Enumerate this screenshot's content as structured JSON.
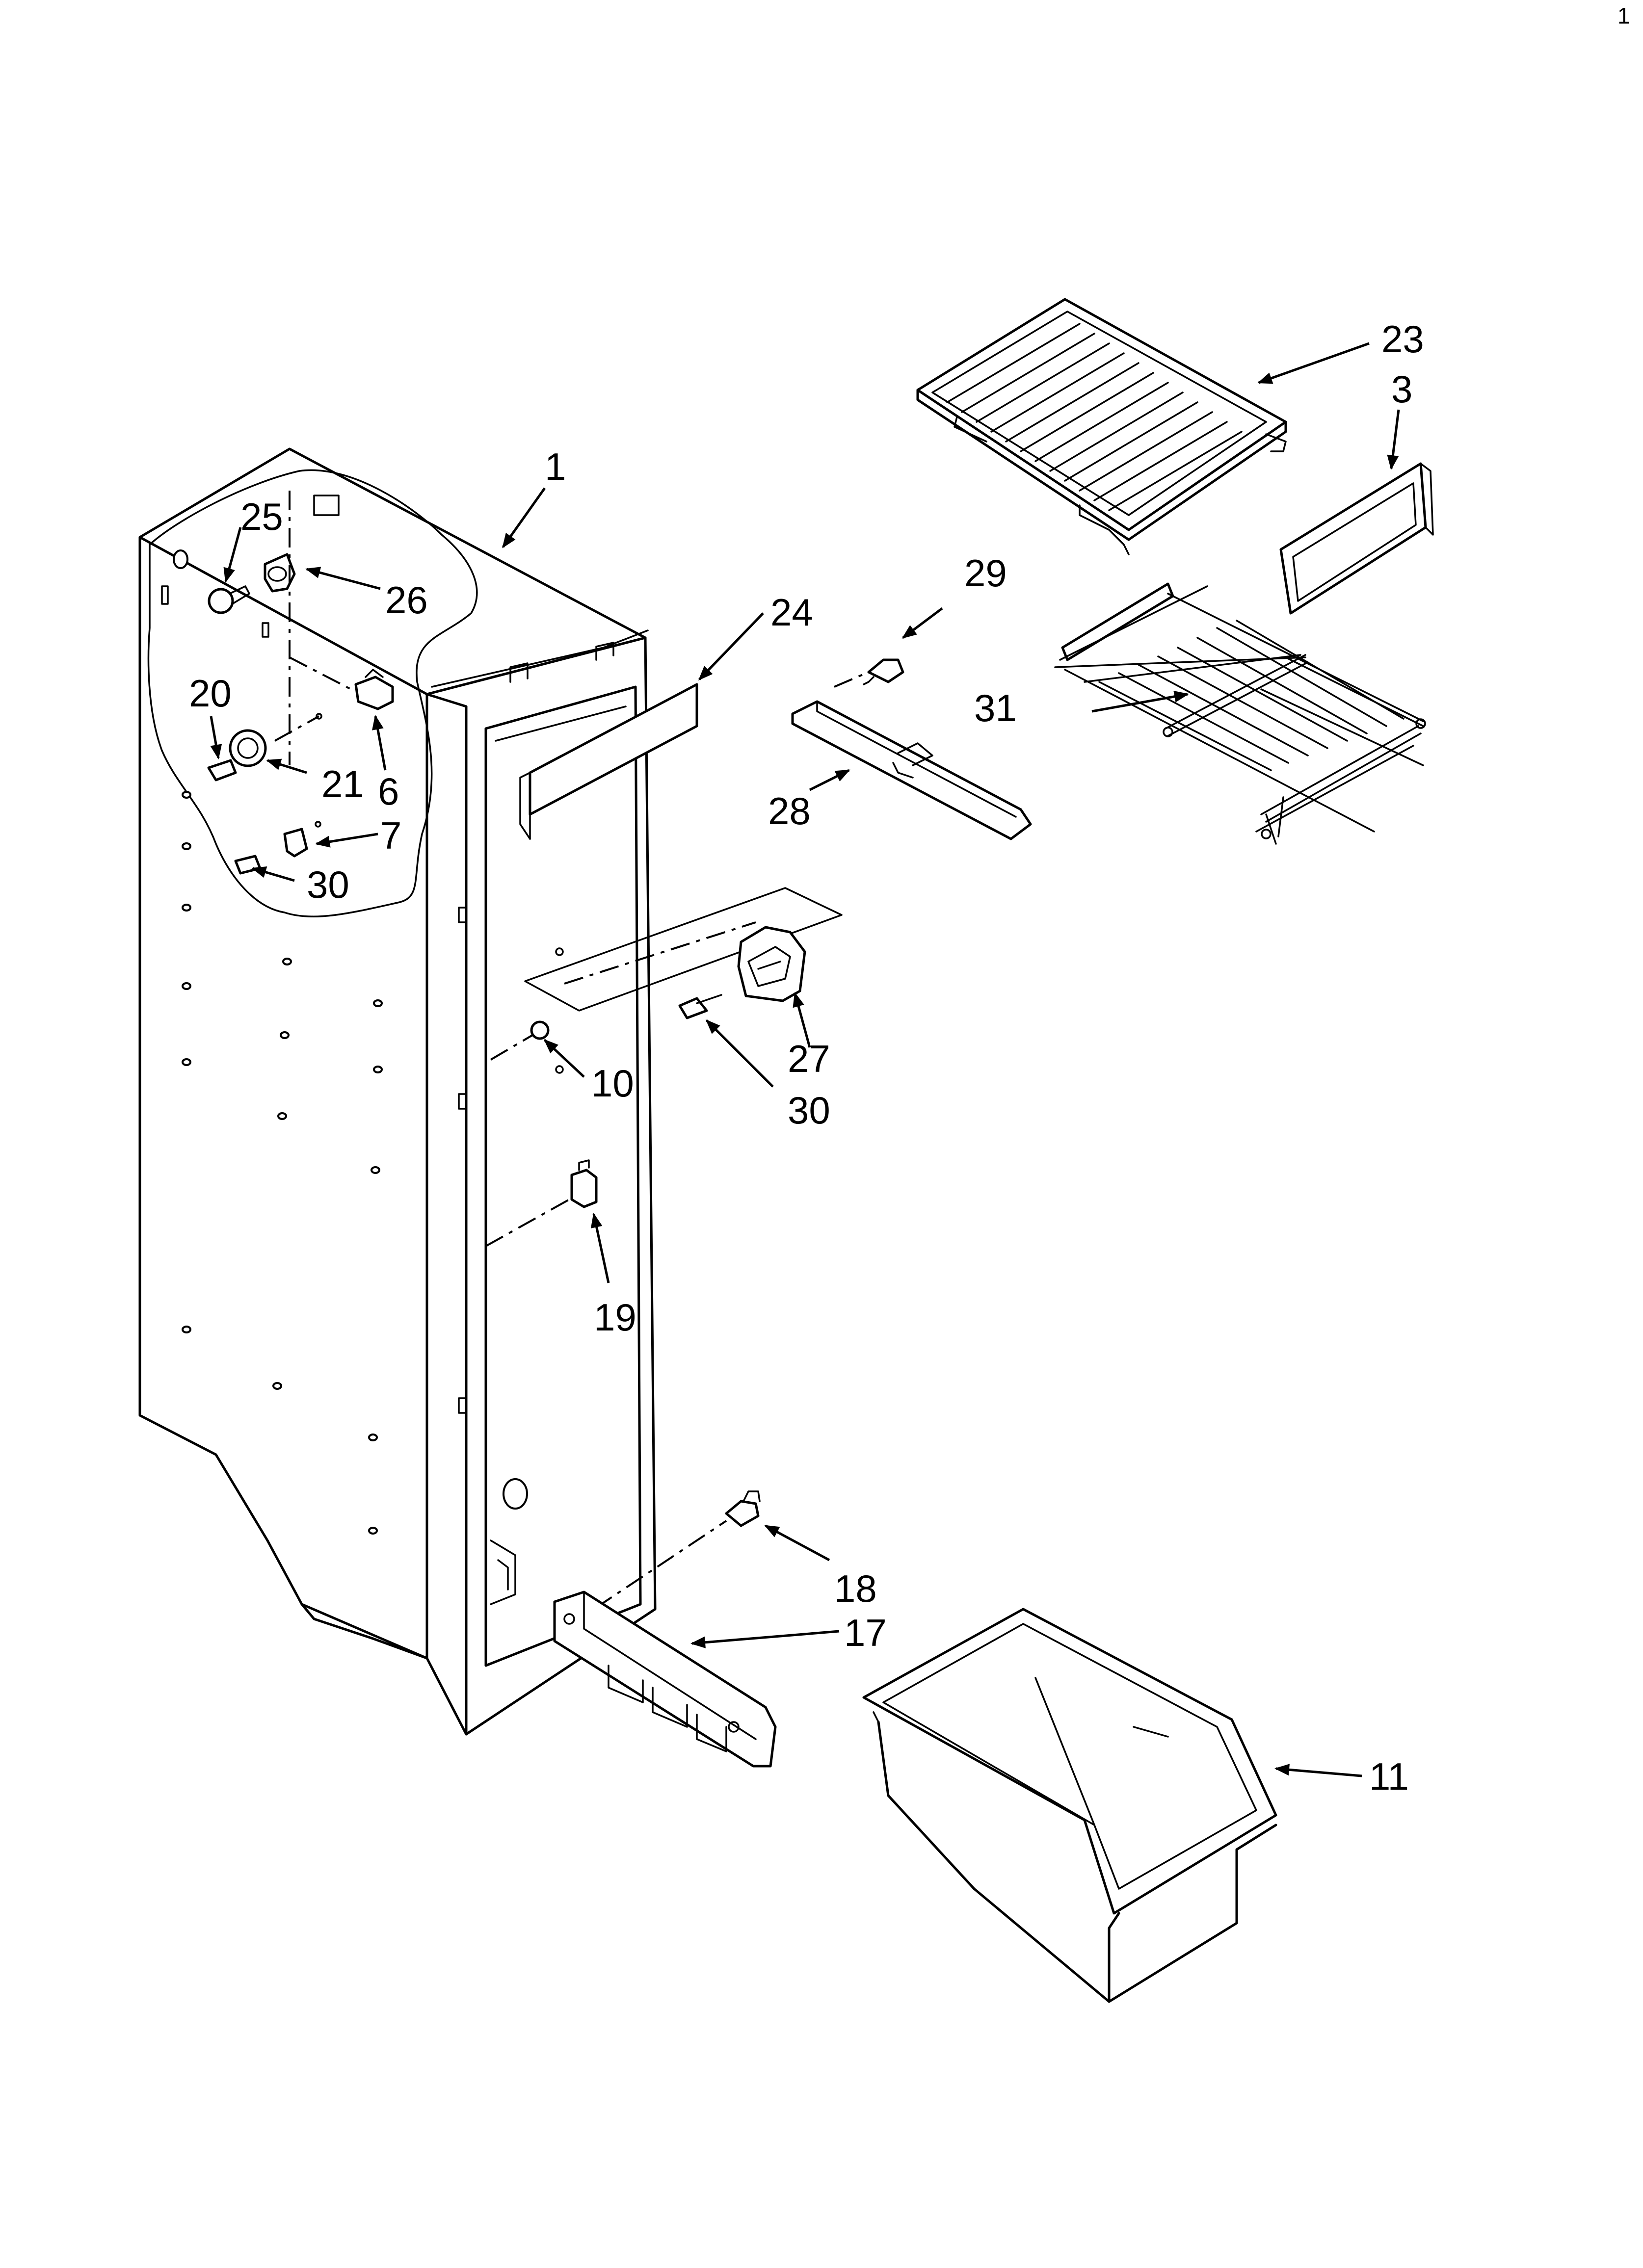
{
  "corner_mark": "1",
  "callouts": {
    "p1": "1",
    "p3": "3",
    "p6": "6",
    "p7": "7",
    "p10": "10",
    "p11": "11",
    "p17": "17",
    "p18": "18",
    "p19": "19",
    "p20": "20",
    "p21": "21",
    "p23": "23",
    "p24": "24",
    "p25": "25",
    "p26": "26",
    "p27": "27",
    "p28": "28",
    "p29": "29",
    "p30a": "30",
    "p30b": "30",
    "p31": "31"
  }
}
